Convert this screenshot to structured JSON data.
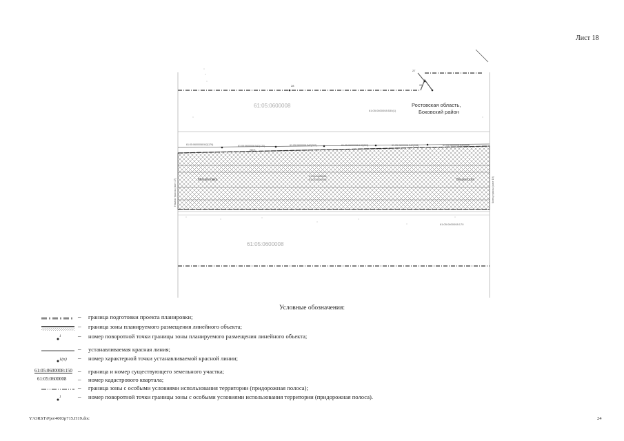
{
  "header": {
    "sheet_label": "Лист 18"
  },
  "map": {
    "region_label_line1": "Ростовская область,",
    "region_label_line2": "Боковский район",
    "quarter_top": "61:05:0600008",
    "quarter_bottom": "61:05:0600008",
    "parcel_top_right": "61:05:0600008:530(1)",
    "parcel_bottom_right": "61:05:0600008:170",
    "strip_label_left": "Михайловка",
    "strip_label_right": "Вешенская",
    "strip_center_1": "61:05:0600008:",
    "strip_center_2": "61:05:0600008:",
    "strip_parcels": [
      "61:05:0600008:542(179)",
      "61:05:0600008:542(172)",
      "61:05:0600008:542(202)",
      "61:05:0600008:542(203)",
      "61:05:0600008:542(208)",
      "61:05:0600008:542(209)"
    ],
    "point_labels": [
      "27",
      "26",
      "28",
      "28(3)"
    ],
    "side_left": "Начало трассы (лист 17)",
    "side_right": "Конец трассы (лист 19)"
  },
  "legend": {
    "title": "Условные обозначения:",
    "dash": "–",
    "items": [
      "граница подготовки проекта планировки;",
      "граница зоны планируемого размещения линейного объекта;",
      "номер поворотной точки границы зоны планируемого размещения линейного объекта;",
      "устанавливаемая красная линия;",
      "номер характерной точки устанавливаемой красной линии;",
      "граница и номер существующего земельного участка;",
      "номер кадастрового квартала;",
      "граница зоны с особыми условиями использования территории (придорожная полоса);",
      "номер поворотной точки границы зоны с особыми условиями использования территории (придорожная полоса)."
    ],
    "sym_point_num": "1",
    "sym_red_point": "1(п)",
    "sym_parcel": "61:05:0600008:150",
    "sym_quarter": "61:05:0600008"
  },
  "footer": {
    "path": "Y:\\ORST\\Ppo\\4003p715.П19.doc",
    "page": "24"
  }
}
